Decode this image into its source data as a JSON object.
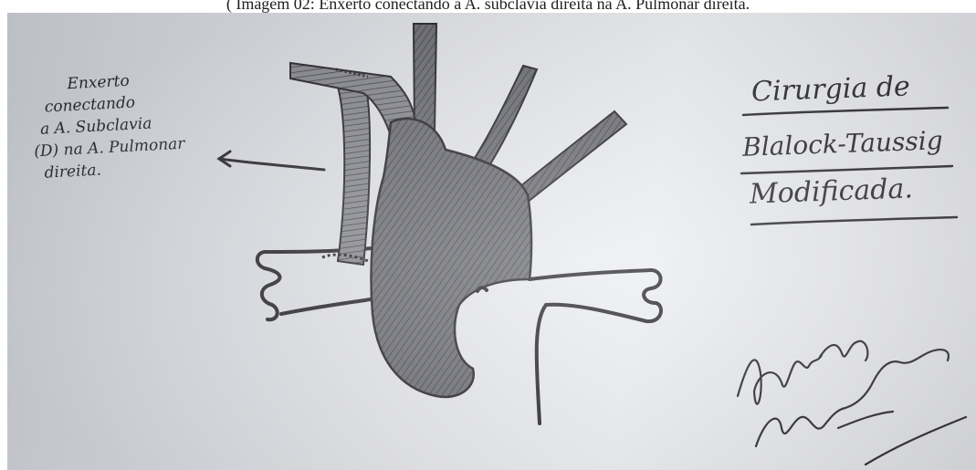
{
  "caption": "( Imagem 02: Enxerto conectando a A. subclavia direita na A. Pulmonar direita.",
  "graft_label": [
    "Enxerto",
    "conectando",
    "a A. Subclavia",
    "(D) na A. Pulmonar",
    "direita."
  ],
  "title": [
    "Cirurgia de",
    "Blalock-Taussig",
    "Modificada."
  ],
  "ink_color": "#2a2a2e",
  "vessel_fill": "#6d6e74",
  "paper_color": "#e4e5e9"
}
